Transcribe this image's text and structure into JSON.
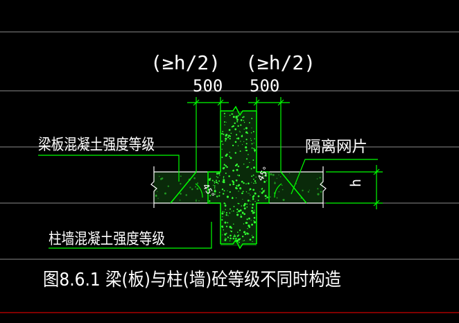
{
  "dimensions": {
    "left": {
      "hint": "(≥h/2)",
      "value": "500"
    },
    "right": {
      "hint": "(≥h/2)",
      "value": "500"
    },
    "height_label": "h"
  },
  "labels": {
    "beam_concrete": "梁板混凝土强度等级",
    "column_concrete": "柱墙混凝土强度等级",
    "isolation_mesh": "隔离网片",
    "angle_left": "45°",
    "angle_right": "45°"
  },
  "caption": "图8.6.1 梁(板)与柱(墙)砼等级不同时构造",
  "colors": {
    "background": "#000000",
    "grid_line": "#ffffff",
    "cad_line": "#ffffff",
    "leader_green": "#00ff00",
    "red_line": "#ff0000"
  }
}
